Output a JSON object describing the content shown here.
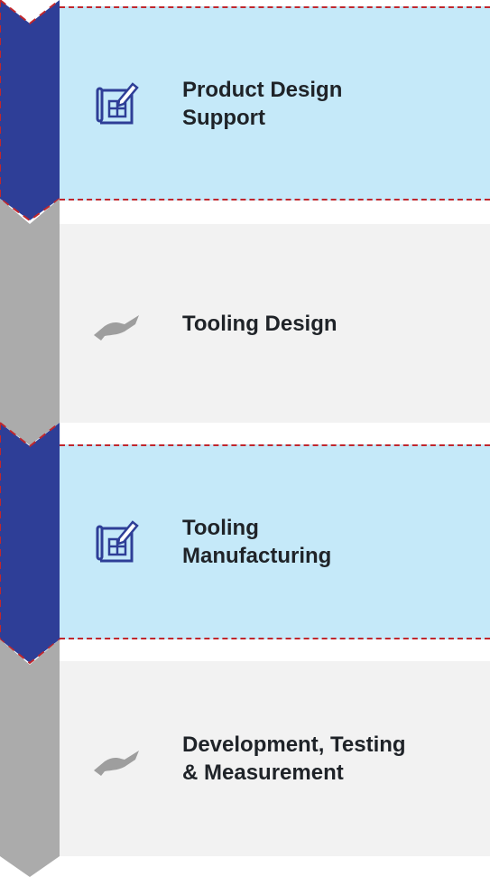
{
  "steps": [
    {
      "label_line1": "Product Design",
      "label_line2": "Support",
      "state": "active",
      "icon": "blueprint-icon"
    },
    {
      "label_line1": "Tooling Design",
      "label_line2": "",
      "state": "inactive",
      "icon": "hand-icon"
    },
    {
      "label_line1": "Tooling",
      "label_line2": "Manufacturing",
      "state": "active",
      "icon": "blueprint-icon"
    },
    {
      "label_line1": "Development, Testing",
      "label_line2": "& Measurement",
      "state": "inactive",
      "icon": "hand-icon"
    }
  ],
  "colors": {
    "active_chevron": "#2e3e97",
    "inactive_chevron": "#ababab",
    "active_panel": "#c5e9f9",
    "inactive_panel": "#f2f2f2",
    "dash_border": "#c0272d",
    "icon_blue": "#2e3e97",
    "icon_gray": "#9e9e9e"
  }
}
